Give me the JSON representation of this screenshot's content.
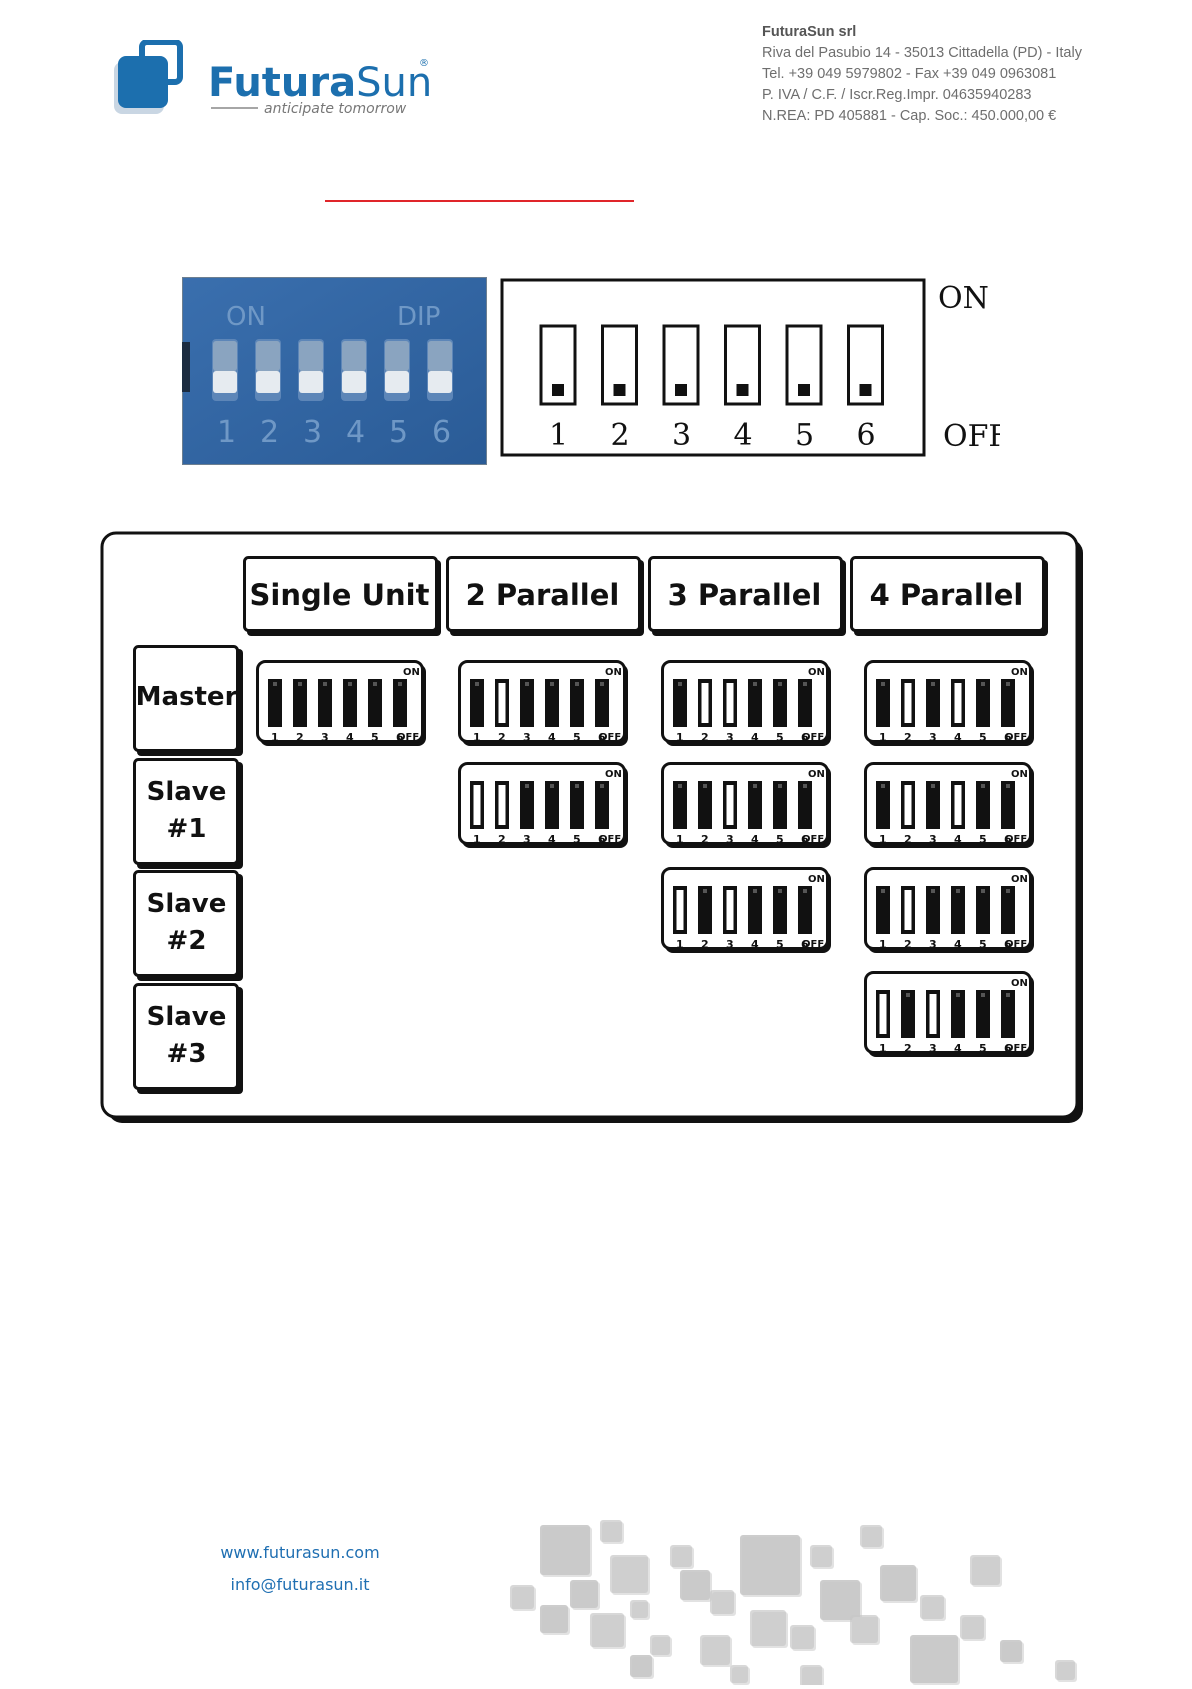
{
  "header": {
    "brand_main": "Futura",
    "brand_accent": "Sun",
    "brand_reg": "®",
    "tagline": "anticipate tomorrow",
    "company_lines": [
      "FuturaSun srl",
      "Riva del Pasubio 14 - 35013 Cittadella (PD) - Italy",
      "Tel. +39 049 5979802 - Fax +39 049 0963081",
      "P. IVA / C.F. / Iscr.Reg.Impr. 04635940283",
      "N.REA: PD 405881 - Cap. Soc.: 450.000,00 €"
    ]
  },
  "photo_dip": {
    "on_label": "ON",
    "dip_label": "DIP",
    "numbers": [
      "1",
      "2",
      "3",
      "4",
      "5",
      "6"
    ]
  },
  "diagram_dip": {
    "on_label": "ON",
    "off_label": "OFF",
    "numbers": [
      "1",
      "2",
      "3",
      "4",
      "5",
      "6"
    ]
  },
  "table": {
    "columns": [
      "Single Unit",
      "2 Parallel",
      "3 Parallel",
      "4 Parallel"
    ],
    "rows": [
      "Master",
      "Slave\n#1",
      "Slave\n#2",
      "Slave\n#3"
    ],
    "switch_on_label": "ON",
    "switch_off_label": "OFF",
    "switch_numbers": [
      "1",
      "2",
      "3",
      "4",
      "5",
      "6"
    ],
    "cells": [
      {
        "row": 0,
        "col": 0,
        "on": [
          1,
          1,
          1,
          1,
          1,
          1
        ]
      },
      {
        "row": 0,
        "col": 1,
        "on": [
          1,
          0,
          1,
          1,
          1,
          1
        ]
      },
      {
        "row": 0,
        "col": 2,
        "on": [
          1,
          0,
          0,
          1,
          1,
          1
        ]
      },
      {
        "row": 0,
        "col": 3,
        "on": [
          1,
          0,
          1,
          0,
          1,
          1
        ]
      },
      {
        "row": 1,
        "col": 1,
        "on": [
          0,
          0,
          1,
          1,
          1,
          1
        ]
      },
      {
        "row": 1,
        "col": 2,
        "on": [
          1,
          1,
          0,
          1,
          1,
          1
        ]
      },
      {
        "row": 1,
        "col": 3,
        "on": [
          1,
          0,
          1,
          0,
          1,
          1
        ]
      },
      {
        "row": 2,
        "col": 2,
        "on": [
          0,
          1,
          0,
          1,
          1,
          1
        ]
      },
      {
        "row": 2,
        "col": 3,
        "on": [
          1,
          0,
          1,
          1,
          1,
          1
        ]
      },
      {
        "row": 3,
        "col": 3,
        "on": [
          0,
          1,
          0,
          1,
          1,
          1
        ]
      }
    ]
  },
  "footer": {
    "website": "www.futurasun.com",
    "email": "info@futurasun.it"
  },
  "colors": {
    "brand_blue": "#1c6fae",
    "red_rule": "#e0252a",
    "pattern_gray": "#c8c8c8",
    "photo_blue": "#2e63a6"
  }
}
